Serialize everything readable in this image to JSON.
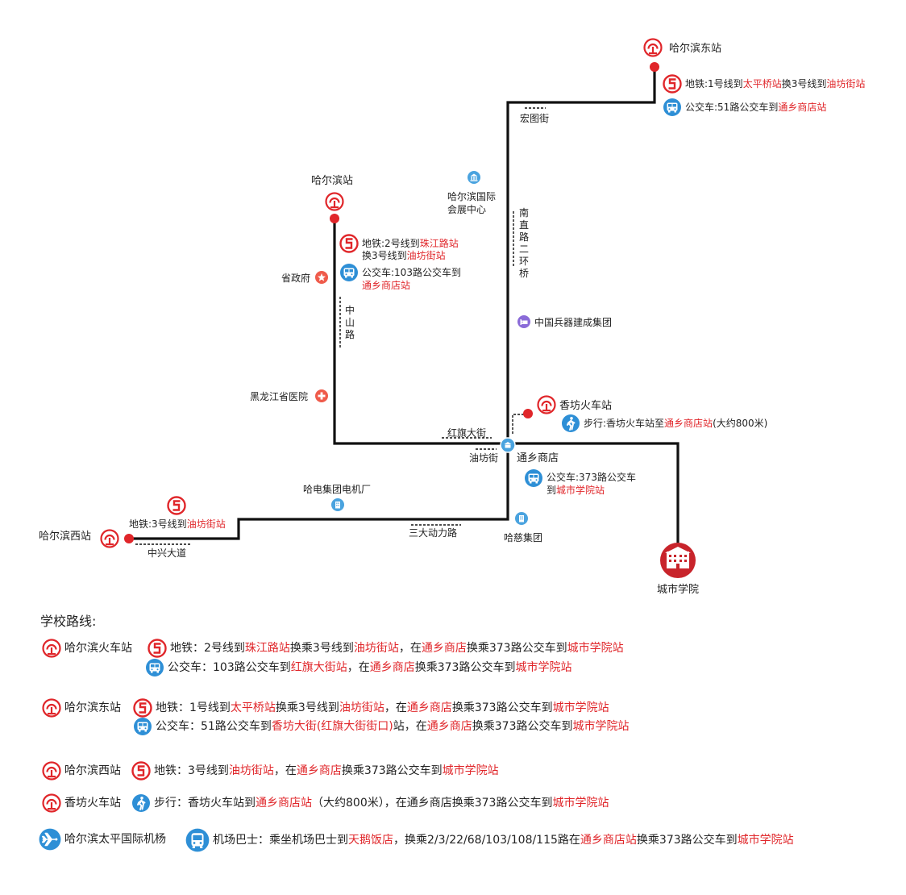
{
  "map": {
    "stations": {
      "harbin_east": "哈尔滨东站",
      "harbin": "哈尔滨站",
      "harbin_west": "哈尔滨西站",
      "xiangfang": "香坊火车站",
      "city_college": "城市学院",
      "tongxiang": "通乡商店",
      "youfang": "油坊街"
    },
    "roads": {
      "hongtu": "宏图街",
      "nanzhi": "南直路二环桥",
      "zhongshan": "中山路",
      "hongqi": "红旗大街",
      "sanda": "三大动力路",
      "zhongxing": "中兴大道"
    },
    "pois": {
      "expo": "哈尔滨国际会展中心",
      "gov": "省政府",
      "arms": "中国兵器建成集团",
      "hospital": "黑龙江省医院",
      "motor": "哈电集团电机厂",
      "haci": "哈慈集团"
    },
    "notes": {
      "east_metro": [
        "地铁:1号线到",
        "太平桥站",
        "换3号线到",
        "油坊街站"
      ],
      "east_bus": [
        "公交车:51路公交车到",
        "通乡商店站"
      ],
      "hb_metro1": [
        "地铁:2号线到",
        "珠江路站"
      ],
      "hb_metro2": [
        "换3号线到",
        "油坊街站"
      ],
      "hb_bus1": "公交车:103路公交车到",
      "hb_bus2": "通乡商店站",
      "xf_walk": [
        "步行:香坊火车站至",
        "通乡商店站",
        "(大约800米)"
      ],
      "tx_bus1": "公交车:373路公交车",
      "tx_bus2": [
        "到",
        "城市学院站"
      ],
      "west_metro": [
        "地铁:3号线到",
        "油坊街站"
      ]
    }
  },
  "routes": {
    "title": "学校路线:",
    "items": [
      {
        "origin": "哈尔滨火车站",
        "icon": "rail",
        "mode_icon": "metro",
        "parts": [
          [
            "地铁：2号线到",
            0
          ],
          [
            "珠江路站",
            1
          ],
          [
            "换乘3号线到",
            0
          ],
          [
            "油坊街站",
            1
          ],
          [
            "，在",
            0
          ],
          [
            "通乡商店",
            1
          ],
          [
            "换乘373路公交车到",
            0
          ],
          [
            "城市学院站",
            1
          ]
        ]
      },
      {
        "origin": "",
        "icon": "",
        "mode_icon": "bus",
        "parts": [
          [
            "公交车：103路公交车到",
            0
          ],
          [
            "红旗大街站",
            1
          ],
          [
            "，在",
            0
          ],
          [
            "通乡商店",
            1
          ],
          [
            "换乘373路公交车到",
            0
          ],
          [
            "城市学院站",
            1
          ]
        ]
      },
      {
        "origin": "哈尔滨东站",
        "icon": "rail",
        "mode_icon": "metro",
        "parts": [
          [
            "地铁：1号线到",
            0
          ],
          [
            "太平桥站",
            1
          ],
          [
            "换乘3号线到",
            0
          ],
          [
            "油坊街站",
            1
          ],
          [
            "，在",
            0
          ],
          [
            "通乡商店",
            1
          ],
          [
            "换乘373路公交车到",
            0
          ],
          [
            "城市学院站",
            1
          ]
        ]
      },
      {
        "origin": "",
        "icon": "",
        "mode_icon": "bus",
        "parts": [
          [
            "公交车：51路公交车到",
            0
          ],
          [
            "香坊大街(红旗大街街口)",
            1
          ],
          [
            "站，在",
            0
          ],
          [
            "通乡商店",
            1
          ],
          [
            "换乘373路公交车到",
            0
          ],
          [
            "城市学院站",
            1
          ]
        ]
      },
      {
        "origin": "哈尔滨西站",
        "icon": "rail",
        "mode_icon": "metro",
        "parts": [
          [
            "地铁：3号线到",
            0
          ],
          [
            "油坊街站",
            1
          ],
          [
            "，在",
            0
          ],
          [
            "通乡商店",
            1
          ],
          [
            "换乘373路公交车到",
            0
          ],
          [
            "城市学院站",
            1
          ]
        ]
      },
      {
        "origin": "香坊火车站",
        "icon": "rail",
        "mode_icon": "walk",
        "parts": [
          [
            "步行：香坊火车站到",
            0
          ],
          [
            "通乡商店站",
            1
          ],
          [
            "（大约800米），在通乡商店换乘373路公交车到",
            0
          ],
          [
            "城市学院站",
            1
          ]
        ]
      },
      {
        "origin": "哈尔滨太平国际机杨",
        "icon": "plane",
        "mode_icon": "airbus",
        "parts": [
          [
            "机场巴士：乘坐机场巴士到",
            0
          ],
          [
            "天鹅饭店",
            1
          ],
          [
            "，换乘2/3/22/68/103/108/115路在",
            0
          ],
          [
            "通乡商店站",
            1
          ],
          [
            "换乘373路公交车到",
            0
          ],
          [
            "城市学院站",
            1
          ]
        ]
      }
    ]
  },
  "colors": {
    "red": "#e0262a",
    "blue": "#2e8fd6",
    "line": "#111111"
  }
}
